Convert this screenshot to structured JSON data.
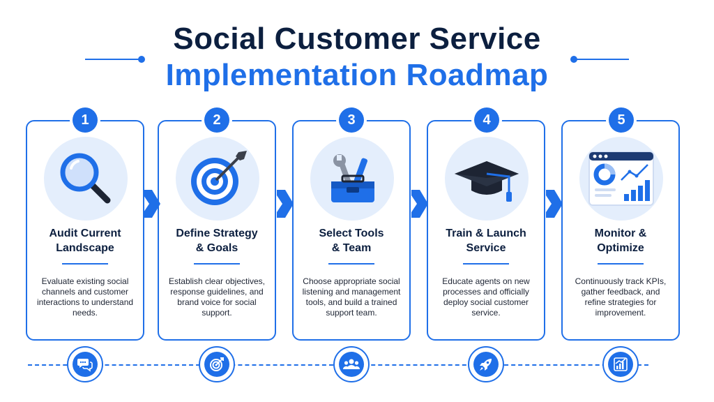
{
  "title": {
    "line1": "Social Customer Service",
    "line2": "Implementation Roadmap"
  },
  "steps": [
    {
      "number": "1",
      "title_line1": "Audit Current",
      "title_line2": "Landscape",
      "description": "Evaluate existing social channels and customer interactions to understand needs.",
      "icon": "magnifying-glass-icon",
      "timeline_icon": "chat-bubbles-icon"
    },
    {
      "number": "2",
      "title_line1": "Define Strategy",
      "title_line2": "& Goals",
      "description": "Establish clear objectives, response guidelines, and brand voice for social support.",
      "icon": "target-arrow-icon",
      "timeline_icon": "target-icon"
    },
    {
      "number": "3",
      "title_line1": "Select Tools",
      "title_line2": "& Team",
      "description": "Choose appropriate social listening and management tools, and build a trained support team.",
      "icon": "toolbox-icon",
      "timeline_icon": "team-icon"
    },
    {
      "number": "4",
      "title_line1": "Train & Launch",
      "title_line2": "Service",
      "description": "Educate agents on new processes and officially deploy social customer service.",
      "icon": "graduation-cap-icon",
      "timeline_icon": "rocket-icon"
    },
    {
      "number": "5",
      "title_line1": "Monitor &",
      "title_line2": "Optimize",
      "description": "Continuously track KPIs, gather feedback, and refine strategies for improvement.",
      "icon": "dashboard-analytics-icon",
      "timeline_icon": "growth-chart-icon"
    }
  ],
  "colors": {
    "accent": "#1f6fe8",
    "navy": "#0c1f3f",
    "icon_bg": "#e4eefc"
  }
}
